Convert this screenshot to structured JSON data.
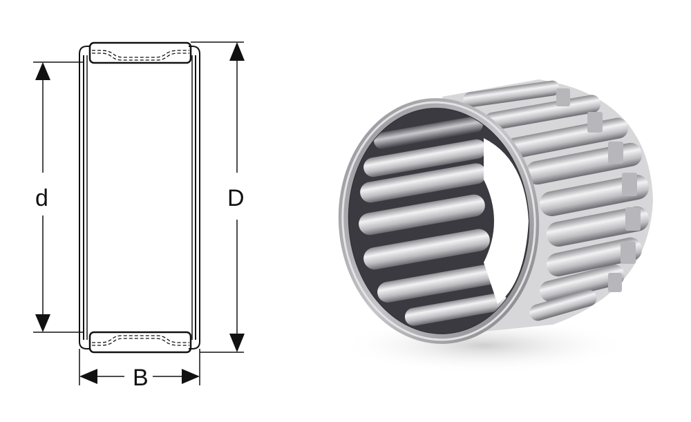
{
  "drawing": {
    "labels": {
      "inner_diameter": "d",
      "outer_diameter": "D",
      "width": "B"
    },
    "line_color": "#111111"
  },
  "photo": {
    "subject": "needle roller and cage assembly",
    "metal_colors": {
      "light": "#e6e6e8",
      "mid": "#a9a9ad",
      "dark": "#4d4d52",
      "shadow": "#d9d9d9"
    },
    "roller_count_visible": 18
  },
  "background_color": "#ffffff"
}
